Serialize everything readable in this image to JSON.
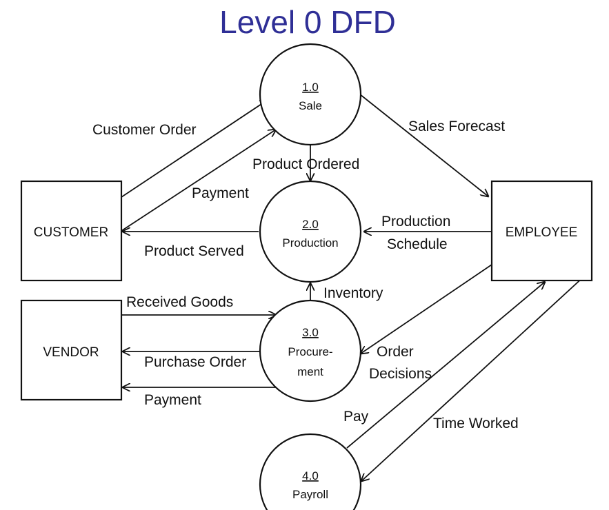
{
  "title": "Level 0 DFD",
  "processes": [
    {
      "number": "1.0",
      "name": [
        "Sale"
      ]
    },
    {
      "number": "2.0",
      "name": [
        "Production"
      ]
    },
    {
      "number": "3.0",
      "name": [
        "Procure-",
        "ment"
      ]
    },
    {
      "number": "4.0",
      "name": [
        "Payroll"
      ]
    }
  ],
  "entities": {
    "customer": "CUSTOMER",
    "vendor": "VENDOR",
    "employee": "EMPLOYEE"
  },
  "flows": {
    "customer_order": "Customer Order",
    "payment_customer": "Payment",
    "product_ordered": "Product Ordered",
    "sales_forecast": "Sales Forecast",
    "product_served": "Product Served",
    "production_schedule": [
      "Production",
      "Schedule"
    ],
    "inventory": "Inventory",
    "received_goods": "Received Goods",
    "purchase_order": "Purchase Order",
    "payment_vendor": "Payment",
    "order_decisions": [
      "Order",
      "Decisions"
    ],
    "pay": "Pay",
    "time_worked": "Time Worked"
  }
}
